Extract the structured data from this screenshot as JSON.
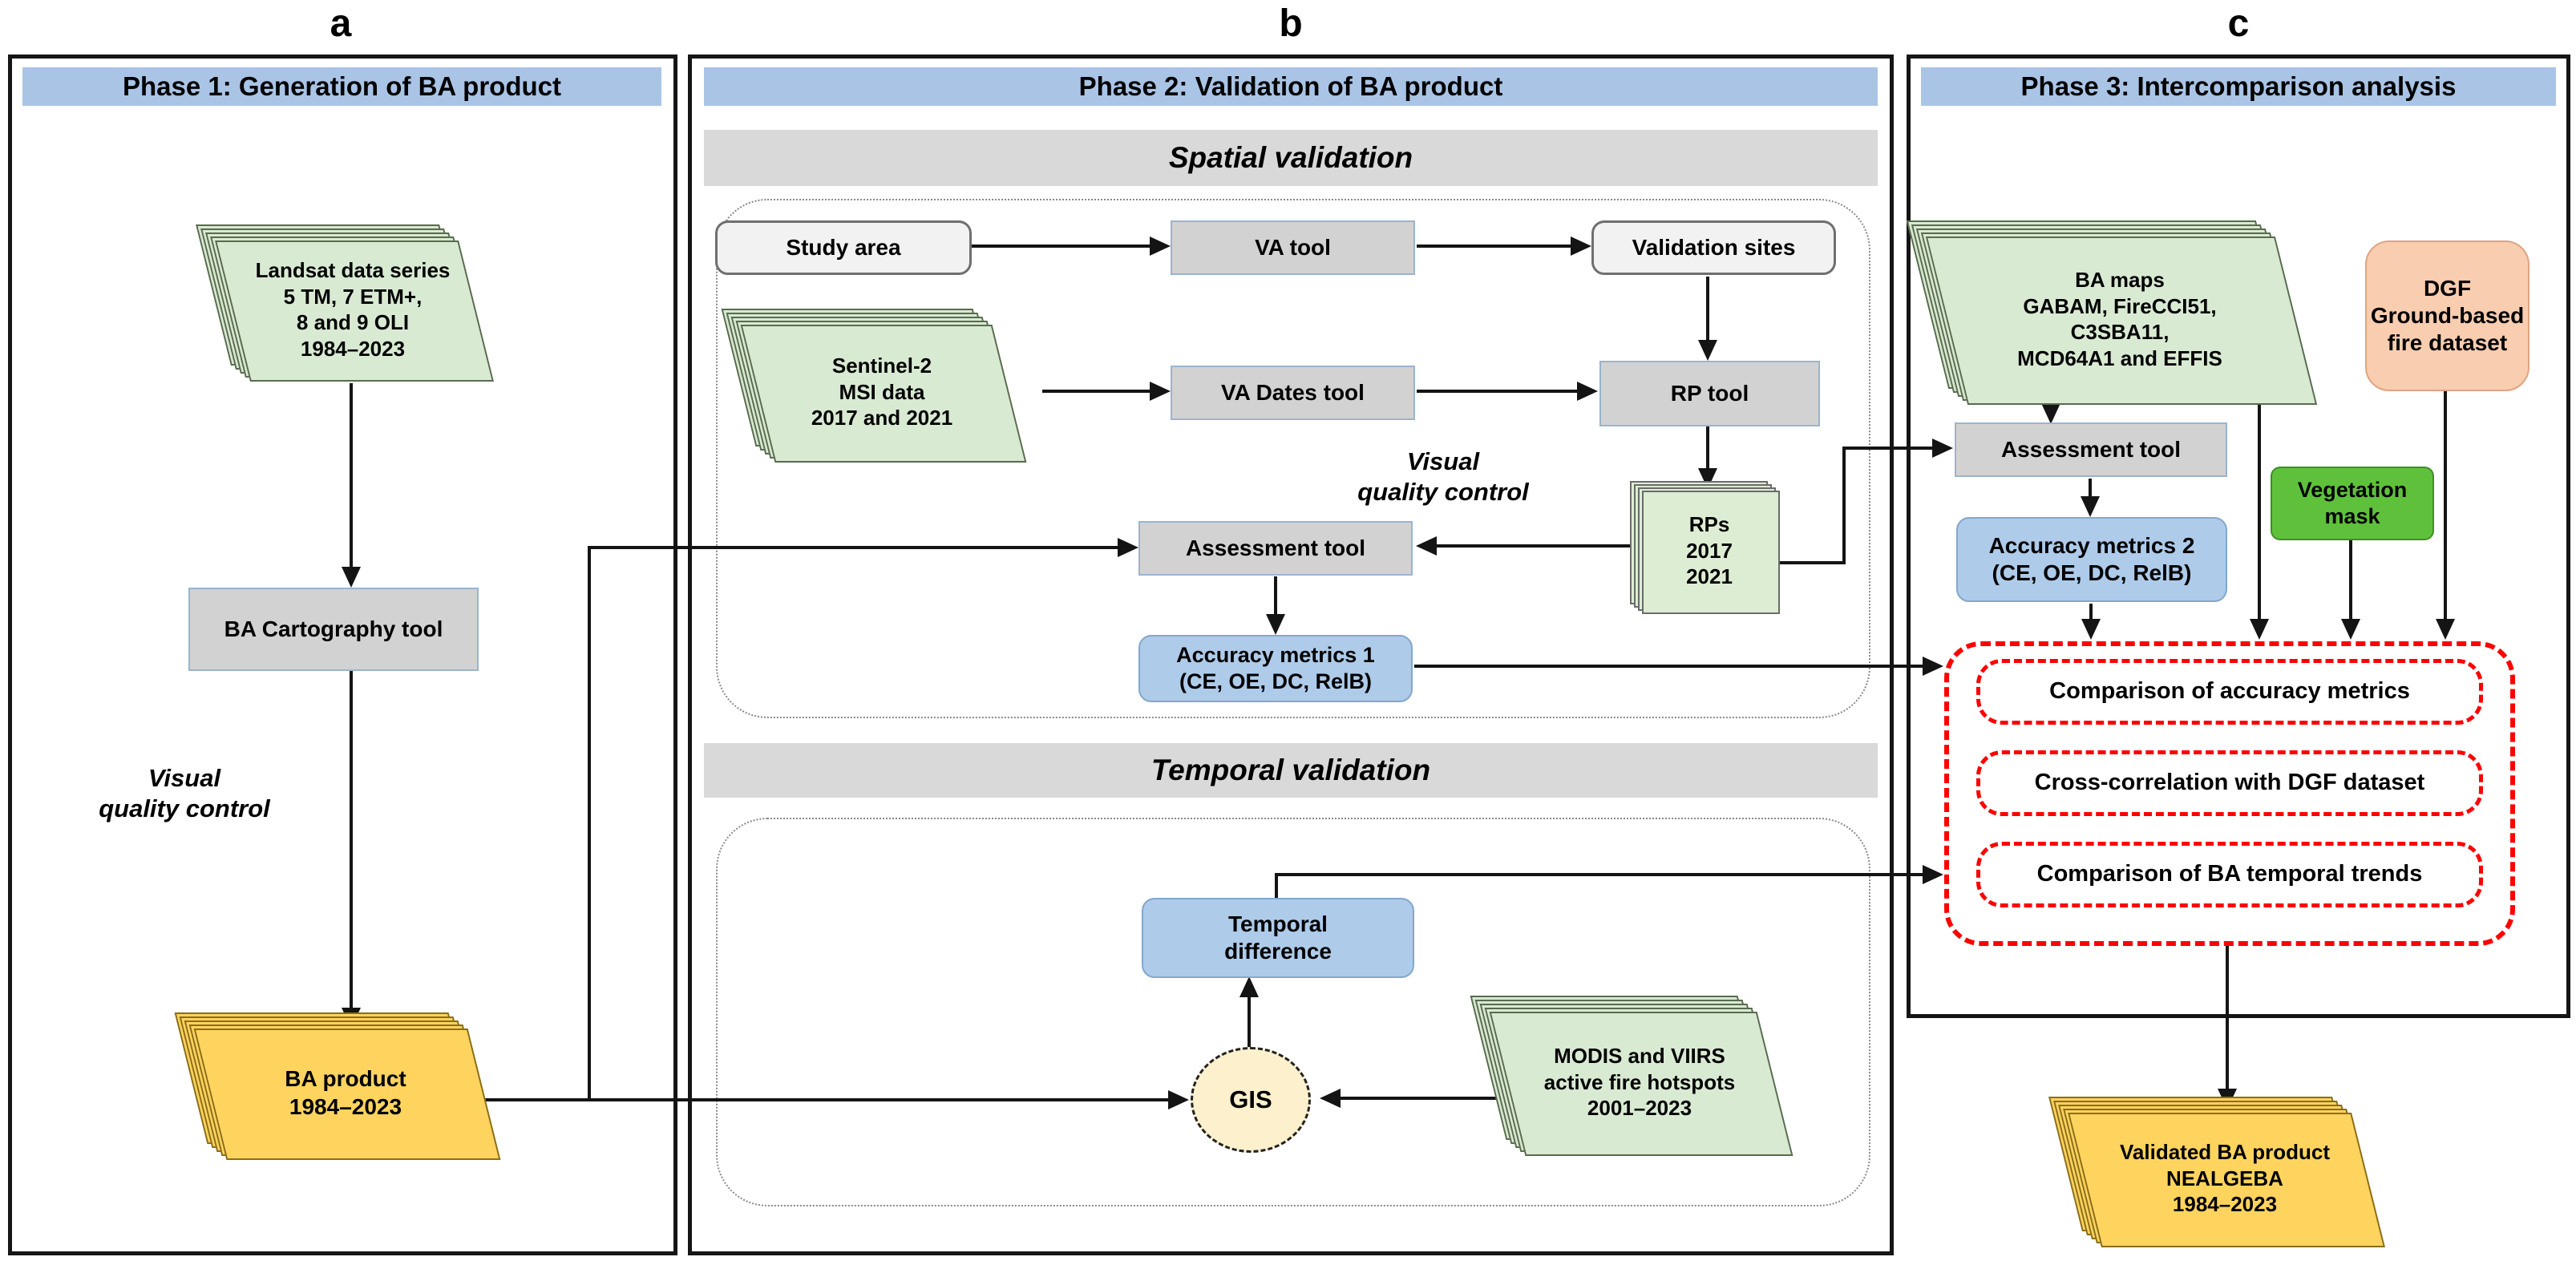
{
  "figure_labels": {
    "a": "a",
    "b": "b",
    "c": "c"
  },
  "phase1": {
    "header": "Phase 1: Generation of BA product",
    "landsat_stack": [
      "Landsat data series",
      "5 TM, 7 ETM+,",
      "8 and 9 OLI",
      "1984–2023"
    ],
    "ba_cartography_tool": "BA Cartography tool",
    "visual_quality_control": [
      "Visual",
      "quality control"
    ],
    "ba_product_stack": [
      "BA product",
      "1984–2023"
    ]
  },
  "phase2": {
    "header": "Phase 2: Validation of BA product",
    "spatial_section": "Spatial validation",
    "temporal_section": "Temporal validation",
    "study_area": "Study area",
    "va_tool": "VA tool",
    "validation_sites": "Validation sites",
    "sentinel_stack": [
      "Sentinel-2",
      "MSI data",
      "2017 and 2021"
    ],
    "va_dates_tool": "VA Dates tool",
    "rp_tool": "RP tool",
    "visual_quality_control": [
      "Visual",
      "quality control"
    ],
    "rps_stack": [
      "RPs",
      "2017",
      "2021"
    ],
    "assessment_tool": "Assessment tool",
    "accuracy_metrics_1": [
      "Accuracy metrics 1",
      "(CE, OE, DC, RelB)"
    ],
    "temporal_difference": [
      "Temporal",
      "difference"
    ],
    "gis": "GIS",
    "modis_stack": [
      "MODIS and VIIRS",
      "active fire hotspots",
      "2001–2023"
    ]
  },
  "phase3": {
    "header": "Phase 3: Intercomparison analysis",
    "ba_maps_stack": [
      "BA maps",
      "GABAM, FireCCI51,",
      "C3SBA11,",
      "MCD64A1 and EFFIS"
    ],
    "dgf_dataset": [
      "DGF",
      "Ground-based",
      "fire dataset"
    ],
    "assessment_tool": "Assessment tool",
    "accuracy_metrics_2": [
      "Accuracy metrics 2",
      "(CE, OE, DC, RelB)"
    ],
    "vegetation_mask": [
      "Vegetation",
      "mask"
    ],
    "comparison_accuracy": "Comparison of accuracy metrics",
    "cross_correlation": "Cross-correlation with DGF dataset",
    "comparison_trends": "Comparison of BA temporal trends",
    "validated_stack": [
      "Validated BA product",
      "NEALGEBA",
      "1984–2023"
    ]
  },
  "colors": {
    "header_blue": "#aac4e6",
    "section_gray": "#d9d9d9",
    "tool_gray": "#d2d2d2",
    "metrics_blue": "#aecbea",
    "data_green": "#d9ead3",
    "product_yellow": "#ffd45e",
    "vegetation_green": "#5fc13b",
    "dgf_orange": "#f9cdb0",
    "gis_cream": "#fcf0cd",
    "dashed_red": "#fe0000",
    "line_black": "#141414"
  }
}
